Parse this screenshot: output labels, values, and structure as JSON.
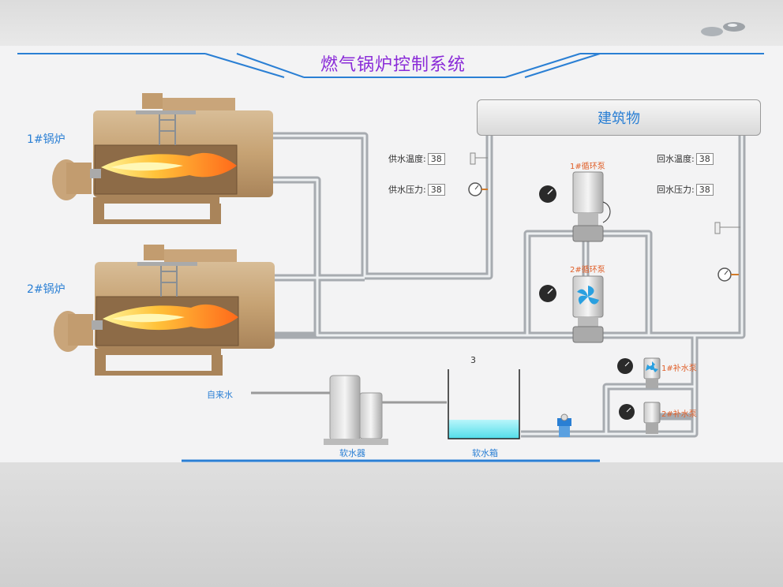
{
  "title": "燃气锅炉控制系统",
  "building_label": "建筑物",
  "boilers": [
    {
      "label": "1#锅炉"
    },
    {
      "label": "2#锅炉"
    }
  ],
  "gauges": {
    "supply_temp": {
      "label": "供水温度:",
      "value": "38"
    },
    "supply_pressure": {
      "label": "供水压力:",
      "value": "38"
    },
    "return_temp": {
      "label": "回水温度:",
      "value": "38"
    },
    "return_pressure": {
      "label": "回水压力:",
      "value": "38"
    }
  },
  "pumps": {
    "circ1": "1#循环泵",
    "circ2": "2#循环泵",
    "makeup1": "1#补水泵",
    "makeup2": "2#补水泵"
  },
  "tap_water": "自来水",
  "softener": "软水器",
  "tank": {
    "label": "软水箱",
    "level": "3"
  },
  "colors": {
    "accent": "#2a7fd4",
    "pipe": "#b8bcc0",
    "boiler": "#c7a47a",
    "water": "#62e4ef",
    "pump_label": "#e0602a",
    "title": "#8a2bd8"
  }
}
